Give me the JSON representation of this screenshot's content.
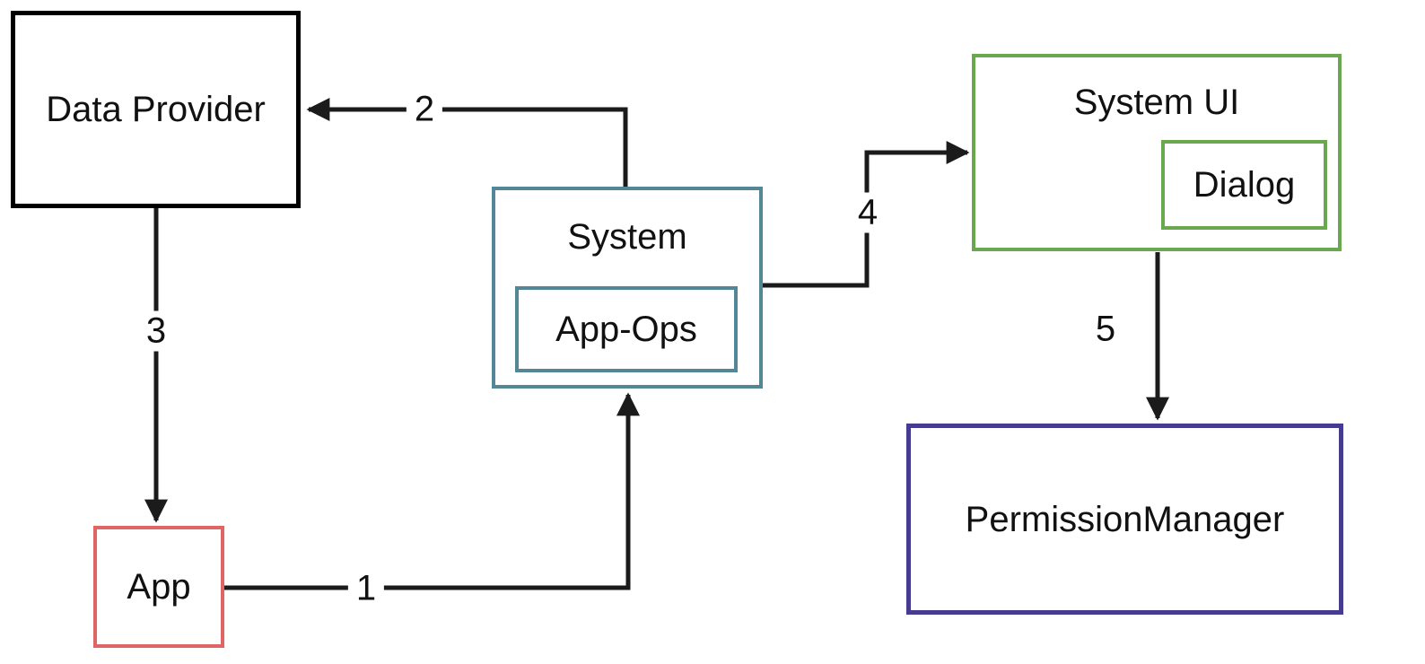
{
  "diagram": {
    "type": "flow-diagram",
    "background_color": "#ffffff",
    "arrow_color": "#1b1b1b",
    "nodes": {
      "data_provider": {
        "label": "Data Provider",
        "border_color": "#000000"
      },
      "app": {
        "label": "App",
        "border_color": "#e06666"
      },
      "system": {
        "label": "System",
        "border_color": "#538696"
      },
      "app_ops": {
        "label": "App-Ops",
        "border_color": "#538696",
        "parent": "system"
      },
      "system_ui": {
        "label": "System UI",
        "border_color": "#6aa84f"
      },
      "dialog": {
        "label": "Dialog",
        "border_color": "#6aa84f",
        "parent": "system_ui"
      },
      "permission_manager": {
        "label": "PermissionManager",
        "border_color": "#463c8f"
      }
    },
    "edges": [
      {
        "label": "1",
        "from": "app",
        "to": "system"
      },
      {
        "label": "2",
        "from": "system",
        "to": "data_provider"
      },
      {
        "label": "3",
        "from": "data_provider",
        "to": "app"
      },
      {
        "label": "4",
        "from": "system",
        "to": "system_ui"
      },
      {
        "label": "5",
        "from": "system_ui",
        "to": "permission_manager"
      }
    ]
  }
}
